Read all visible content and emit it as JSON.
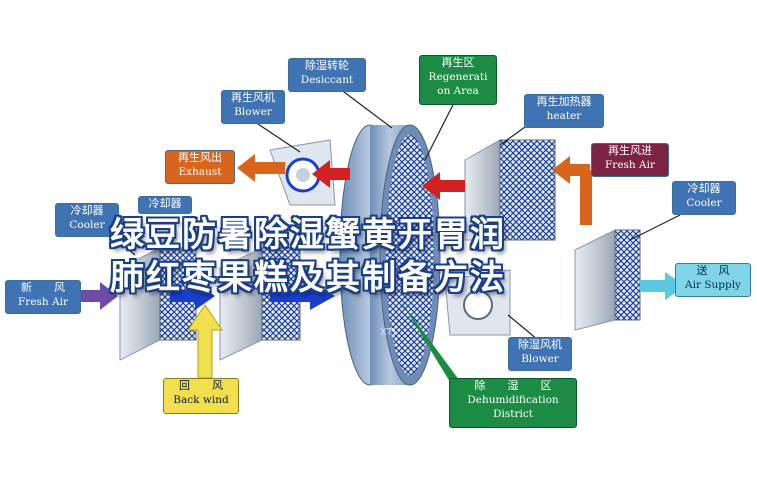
{
  "labels": {
    "desiccant": {
      "zh": "除湿转轮",
      "en": "Desiccant"
    },
    "regen_area": {
      "zh": "再生区",
      "en1": "Regenerati",
      "en2": "on Area"
    },
    "regen_blower": {
      "zh": "再生风机",
      "en": "Blower"
    },
    "regen_heater": {
      "zh": "再生加热器",
      "en": "heater"
    },
    "exhaust": {
      "zh": "再生风出",
      "en": "Exhaust"
    },
    "regen_fresh_air": {
      "zh": "再生风进",
      "en": "Fresh Air"
    },
    "cooler_left": {
      "zh": "冷却器",
      "en": "Cooler"
    },
    "cooler_left2": {
      "zh": "冷却器"
    },
    "cooler_right": {
      "zh": "冷却器",
      "en": "Cooler"
    },
    "fresh_air": {
      "zh": "新　　风",
      "en": "Fresh Air"
    },
    "air_supply": {
      "zh": "送　风",
      "en": "Air Supply"
    },
    "back_wind": {
      "zh": "回　　风",
      "en": "Back wind"
    },
    "dehum_blower": {
      "zh": "除湿风机",
      "en": "Blower"
    },
    "dehum_district": {
      "zh": "除　　湿　　区",
      "en1": "Dehumidification",
      "en2": "District"
    }
  },
  "overlay": {
    "line1": "绿豆防暑除湿蟹黄开胃润",
    "line2": "肺红枣果糕及其制备方法"
  },
  "watermark": "XTI",
  "colors": {
    "label_blue": "#3f73b3",
    "label_maroon": "#7c2344",
    "exhaust_orange": "#d9641c",
    "supply_cyan": "#7fd4e6",
    "back_yellow": "#f2df4e",
    "district_green": "#1c8c45",
    "arrow_red": "#d32020",
    "arrow_blue": "#1a3fcf",
    "arrow_purple": "#6d4ba6",
    "overlay_outline": "#1a3f86"
  }
}
